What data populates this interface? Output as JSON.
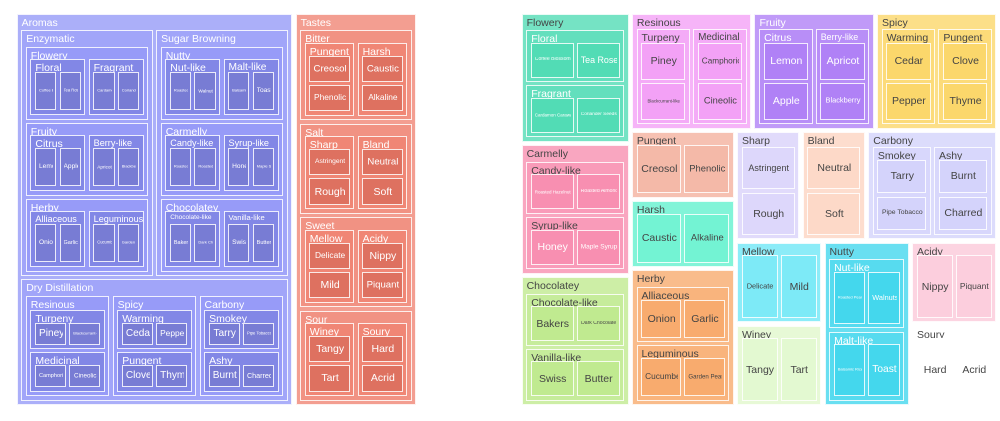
{
  "chart_data": [
    {
      "type": "treemap",
      "palette": {
        "Aromas": "#8b90f7",
        "Tastes": "#ee7866"
      },
      "tree": [
        {
          "name": "Aromas",
          "children": [
            {
              "name": "Enzymatic",
              "children": [
                {
                  "name": "Flowery",
                  "children": [
                    {
                      "name": "Floral",
                      "children": [
                        {
                          "name": "Coffee Blossom"
                        },
                        {
                          "name": "Tea Rose"
                        }
                      ]
                    },
                    {
                      "name": "Fragrant",
                      "children": [
                        {
                          "name": "Cardamon Caraway"
                        },
                        {
                          "name": "Coriander Seeds"
                        }
                      ]
                    }
                  ]
                },
                {
                  "name": "Fruity",
                  "children": [
                    {
                      "name": "Citrus",
                      "children": [
                        {
                          "name": "Lemon"
                        },
                        {
                          "name": "Apple"
                        }
                      ]
                    },
                    {
                      "name": "Berry-like",
                      "children": [
                        {
                          "name": "Apricot"
                        },
                        {
                          "name": "Blackberry"
                        }
                      ]
                    }
                  ]
                },
                {
                  "name": "Herby",
                  "children": [
                    {
                      "name": "Alliaceous",
                      "children": [
                        {
                          "name": "Onion"
                        },
                        {
                          "name": "Garlic"
                        }
                      ]
                    },
                    {
                      "name": "Leguminous",
                      "children": [
                        {
                          "name": "Cucumber"
                        },
                        {
                          "name": "Garden Peas"
                        }
                      ]
                    }
                  ]
                }
              ]
            },
            {
              "name": "Sugar Browning",
              "children": [
                {
                  "name": "Nutty",
                  "children": [
                    {
                      "name": "Nut-like",
                      "children": [
                        {
                          "name": "Roasted Peanuts"
                        },
                        {
                          "name": "Walnuts"
                        }
                      ]
                    },
                    {
                      "name": "Malt-like",
                      "children": [
                        {
                          "name": "Balsamic Rice"
                        },
                        {
                          "name": "Toast"
                        }
                      ]
                    }
                  ]
                },
                {
                  "name": "Carmelly",
                  "children": [
                    {
                      "name": "Candy-like",
                      "children": [
                        {
                          "name": "Roasted Hazelnut"
                        },
                        {
                          "name": "Roasted Almond"
                        }
                      ]
                    },
                    {
                      "name": "Syrup-like",
                      "children": [
                        {
                          "name": "Honey"
                        },
                        {
                          "name": "Maple Syrup"
                        }
                      ]
                    }
                  ]
                },
                {
                  "name": "Chocolatey",
                  "children": [
                    {
                      "name": "Chocolate-like",
                      "children": [
                        {
                          "name": "Bakers"
                        },
                        {
                          "name": "Dark Chocolate"
                        }
                      ]
                    },
                    {
                      "name": "Vanilla-like",
                      "children": [
                        {
                          "name": "Swiss"
                        },
                        {
                          "name": "Butter"
                        }
                      ]
                    }
                  ]
                }
              ]
            },
            {
              "name": "Dry Distillation",
              "children": [
                {
                  "name": "Resinous",
                  "children": [
                    {
                      "name": "Turpeny",
                      "children": [
                        {
                          "name": "Piney"
                        },
                        {
                          "name": "Blackcurrant-like"
                        }
                      ]
                    },
                    {
                      "name": "Medicinal",
                      "children": [
                        {
                          "name": "Camphoric"
                        },
                        {
                          "name": "Cineolic"
                        }
                      ]
                    }
                  ]
                },
                {
                  "name": "Spicy",
                  "children": [
                    {
                      "name": "Warming",
                      "children": [
                        {
                          "name": "Cedar"
                        },
                        {
                          "name": "Pepper"
                        }
                      ]
                    },
                    {
                      "name": "Pungent",
                      "children": [
                        {
                          "name": "Clove"
                        },
                        {
                          "name": "Thyme"
                        }
                      ]
                    }
                  ]
                },
                {
                  "name": "Carbony",
                  "children": [
                    {
                      "name": "Smokey",
                      "children": [
                        {
                          "name": "Tarry"
                        },
                        {
                          "name": "Pipe Tobacco"
                        }
                      ]
                    },
                    {
                      "name": "Ashy",
                      "children": [
                        {
                          "name": "Burnt"
                        },
                        {
                          "name": "Charred"
                        }
                      ]
                    }
                  ]
                }
              ]
            }
          ]
        },
        {
          "name": "Tastes",
          "children": [
            {
              "name": "Bitter",
              "children": [
                {
                  "name": "Pungent",
                  "children": [
                    {
                      "name": "Creosol"
                    },
                    {
                      "name": "Phenolic"
                    }
                  ]
                },
                {
                  "name": "Harsh",
                  "children": [
                    {
                      "name": "Caustic"
                    },
                    {
                      "name": "Alkaline"
                    }
                  ]
                }
              ]
            },
            {
              "name": "Salt",
              "children": [
                {
                  "name": "Sharp",
                  "children": [
                    {
                      "name": "Astringent"
                    },
                    {
                      "name": "Rough"
                    }
                  ]
                },
                {
                  "name": "Bland",
                  "children": [
                    {
                      "name": "Neutral"
                    },
                    {
                      "name": "Soft"
                    }
                  ]
                }
              ]
            },
            {
              "name": "Sweet",
              "children": [
                {
                  "name": "Mellow",
                  "children": [
                    {
                      "name": "Delicate"
                    },
                    {
                      "name": "Mild"
                    }
                  ]
                },
                {
                  "name": "Acidy",
                  "children": [
                    {
                      "name": "Nippy"
                    },
                    {
                      "name": "Piquant"
                    }
                  ]
                }
              ]
            },
            {
              "name": "Sour",
              "children": [
                {
                  "name": "Winey",
                  "children": [
                    {
                      "name": "Tangy"
                    },
                    {
                      "name": "Tart"
                    }
                  ]
                },
                {
                  "name": "Soury",
                  "children": [
                    {
                      "name": "Hard"
                    },
                    {
                      "name": "Acrid"
                    }
                  ]
                }
              ]
            }
          ]
        }
      ]
    },
    {
      "type": "treemap",
      "palette": {
        "Flowery": "#3fd8ad",
        "Carmelly": "#f783a8",
        "Chocolatey": "#b9e884",
        "Resinous": "#f297f5",
        "Fruity": "#a773f5",
        "Spicy": "#fbd35a",
        "Pungent": "#f2a994",
        "Harsh": "#52f0c9",
        "Herby": "#f7a25e",
        "Sharp": "#d5cdfa",
        "Bland": "#fcd0bb",
        "Carbony": "#cfcefb",
        "Mellow": "#5fe5f5",
        "Winey": "#ddf7c6",
        "Nutty": "#2fd3eb",
        "Acidy": "#fbc3d5",
        "Soury": "#ffffff"
      },
      "tree": [
        {
          "name": "Flowery",
          "children": [
            {
              "name": "Floral",
              "children": [
                {
                  "name": "Coffee Blossom"
                },
                {
                  "name": "Tea Rose"
                }
              ]
            },
            {
              "name": "Fragrant",
              "children": [
                {
                  "name": "Cardamon Caraway"
                },
                {
                  "name": "Coriander Seeds"
                }
              ]
            }
          ]
        },
        {
          "name": "Carmelly",
          "children": [
            {
              "name": "Candy-like",
              "children": [
                {
                  "name": "Roasted Hazelnut"
                },
                {
                  "name": "Roasted Almond"
                }
              ]
            },
            {
              "name": "Syrup-like",
              "children": [
                {
                  "name": "Honey"
                },
                {
                  "name": "Maple Syrup"
                }
              ]
            }
          ]
        },
        {
          "name": "Chocolatey",
          "children": [
            {
              "name": "Chocolate-like",
              "children": [
                {
                  "name": "Bakers"
                },
                {
                  "name": "Dark Chocolate"
                }
              ]
            },
            {
              "name": "Vanilla-like",
              "children": [
                {
                  "name": "Swiss"
                },
                {
                  "name": "Butter"
                }
              ]
            }
          ]
        },
        {
          "name": "Resinous",
          "children": [
            {
              "name": "Turpeny",
              "children": [
                {
                  "name": "Piney"
                },
                {
                  "name": "Blackcurrant-like"
                }
              ]
            },
            {
              "name": "Medicinal",
              "children": [
                {
                  "name": "Camphoric"
                },
                {
                  "name": "Cineolic"
                }
              ]
            }
          ]
        },
        {
          "name": "Fruity",
          "children": [
            {
              "name": "Citrus",
              "children": [
                {
                  "name": "Lemon"
                },
                {
                  "name": "Apple"
                }
              ]
            },
            {
              "name": "Berry-like",
              "children": [
                {
                  "name": "Apricot"
                },
                {
                  "name": "Blackberry"
                }
              ]
            }
          ]
        },
        {
          "name": "Spicy",
          "children": [
            {
              "name": "Warming",
              "children": [
                {
                  "name": "Cedar"
                },
                {
                  "name": "Pepper"
                }
              ]
            },
            {
              "name": "Pungent",
              "children": [
                {
                  "name": "Clove"
                },
                {
                  "name": "Thyme"
                }
              ]
            }
          ]
        },
        {
          "name": "Pungent",
          "children": [
            {
              "name": "Creosol"
            },
            {
              "name": "Phenolic"
            }
          ]
        },
        {
          "name": "Harsh",
          "children": [
            {
              "name": "Caustic"
            },
            {
              "name": "Alkaline"
            }
          ]
        },
        {
          "name": "Herby",
          "children": [
            {
              "name": "Alliaceous",
              "children": [
                {
                  "name": "Onion"
                },
                {
                  "name": "Garlic"
                }
              ]
            },
            {
              "name": "Leguminous",
              "children": [
                {
                  "name": "Cucumber"
                },
                {
                  "name": "Garden Peas"
                }
              ]
            }
          ]
        },
        {
          "name": "Sharp",
          "children": [
            {
              "name": "Astringent"
            },
            {
              "name": "Rough"
            }
          ]
        },
        {
          "name": "Bland",
          "children": [
            {
              "name": "Neutral"
            },
            {
              "name": "Soft"
            }
          ]
        },
        {
          "name": "Carbony",
          "children": [
            {
              "name": "Smokey",
              "children": [
                {
                  "name": "Tarry"
                },
                {
                  "name": "Pipe Tobacco"
                }
              ]
            },
            {
              "name": "Ashy",
              "children": [
                {
                  "name": "Burnt"
                },
                {
                  "name": "Charred"
                }
              ]
            }
          ]
        },
        {
          "name": "Mellow",
          "children": [
            {
              "name": "Delicate"
            },
            {
              "name": "Mild"
            }
          ]
        },
        {
          "name": "Winey",
          "children": [
            {
              "name": "Tangy"
            },
            {
              "name": "Tart"
            }
          ]
        },
        {
          "name": "Nutty",
          "children": [
            {
              "name": "Nut-like",
              "children": [
                {
                  "name": "Roasted Peanuts"
                },
                {
                  "name": "Walnuts"
                }
              ]
            },
            {
              "name": "Malt-like",
              "children": [
                {
                  "name": "Balsamic Rice"
                },
                {
                  "name": "Toast"
                }
              ]
            }
          ]
        },
        {
          "name": "Acidy",
          "children": [
            {
              "name": "Nippy"
            },
            {
              "name": "Piquant"
            }
          ]
        },
        {
          "name": "Soury",
          "children": [
            {
              "name": "Hard"
            },
            {
              "name": "Acrid"
            }
          ]
        }
      ]
    }
  ]
}
